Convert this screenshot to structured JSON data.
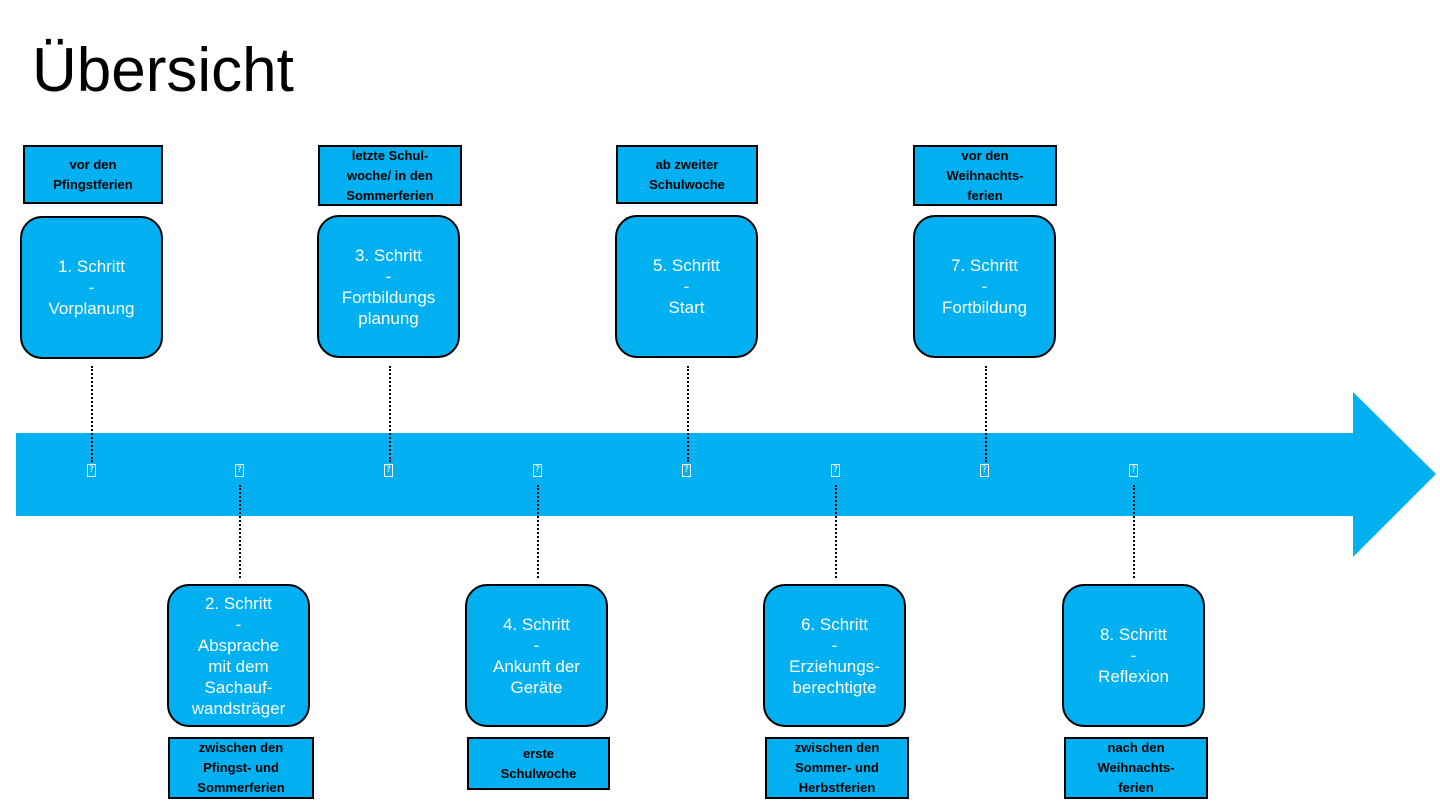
{
  "title": "Übersicht",
  "colors": {
    "accent": "#00b0f0",
    "outline": "#000000"
  },
  "marker_glyph": "?",
  "steps": [
    {
      "text": "1. Schritt\n-\nVorplanung",
      "timing": "vor den\nPfingstferien"
    },
    {
      "text": "2. Schritt\n-\nAbsprache\nmit dem\nSachauf-\nwandsträger",
      "timing": "zwischen den\nPfingst- und\nSommerferien"
    },
    {
      "text": "3. Schritt\n-\nFortbildungs\nplanung",
      "timing": "letzte Schul-\nwoche/ in den\nSommerferien"
    },
    {
      "text": "4. Schritt\n-\nAnkunft der\nGeräte",
      "timing": "erste\nSchulwoche"
    },
    {
      "text": "5. Schritt\n-\nStart",
      "timing": "ab zweiter\nSchulwoche"
    },
    {
      "text": "6. Schritt\n-\nErziehungs-\nberechtigte",
      "timing": "zwischen den\nSommer- und\nHerbstferien"
    },
    {
      "text": "7. Schritt\n-\nFortbildung",
      "timing": "vor den\nWeihnachts-\nferien"
    },
    {
      "text": "8. Schritt\n-\nReflexion",
      "timing": "nach den\nWeihnachts-\nferien"
    }
  ]
}
